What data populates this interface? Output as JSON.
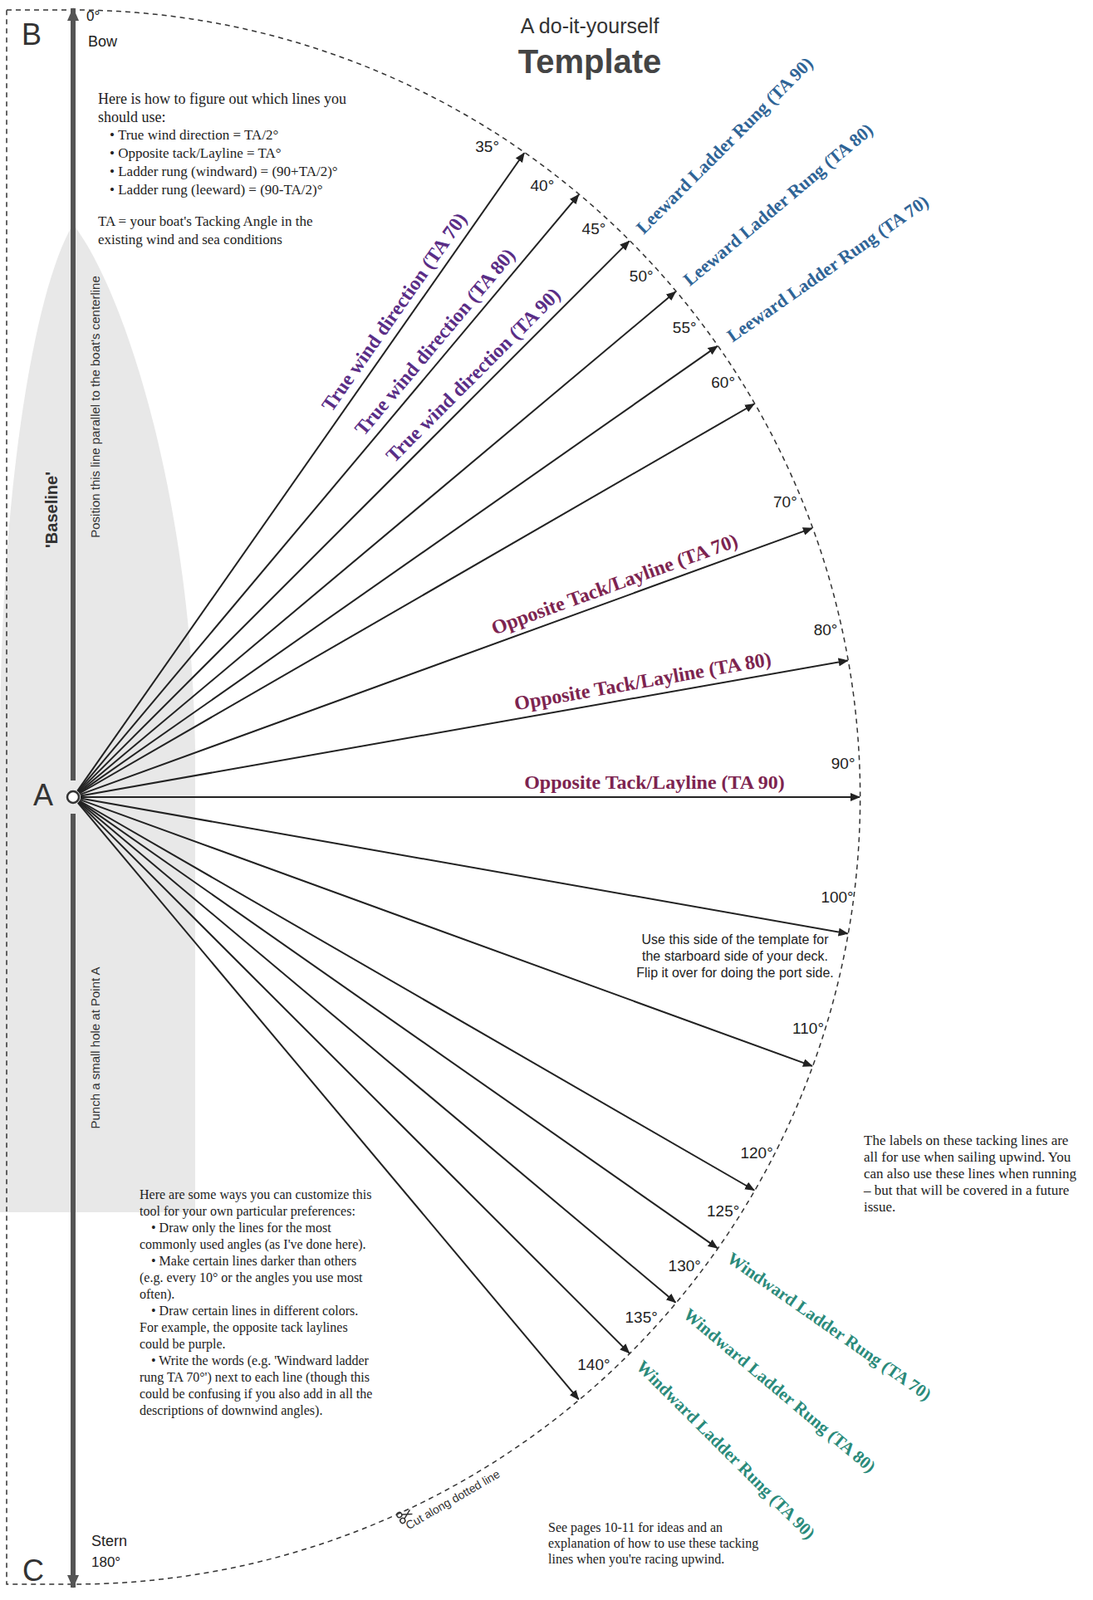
{
  "diagram": {
    "title": "Template",
    "labels": [
      "A do-it-yourself",
      "B",
      "0°",
      "Bow",
      "Here is how to figure out which lines you should use:",
      "• True wind direction = TA/2°",
      "• Opposite tack/Layline = TA°",
      "• Ladder rung (windward) = (90+TA/2)°",
      "• Ladder rung (leeward) = (90-TA/2)°",
      "TA = your boat's Tacking Angle in the existing wind and sea conditions",
      "'Baseline'",
      "Position this line parallel to the boat's centerline",
      "A",
      "Punch a small hole at Point A",
      "C",
      "Stern",
      "180°",
      "35°",
      "40°",
      "45°",
      "50°",
      "55°",
      "60°",
      "70°",
      "80°",
      "90°",
      "100°",
      "110°",
      "120°",
      "125°",
      "130°",
      "135°",
      "140°",
      "True wind direction (TA 70)",
      "True wind direction (TA 80)",
      "True wind direction (TA 90)",
      "Leeward Ladder Rung (TA 90)",
      "Leeward Ladder Rung (TA 80)",
      "Leeward Ladder Rung (TA 70)",
      "Opposite Tack/Layline (TA 70)",
      "Opposite Tack/Layline (TA 80)",
      "Opposite Tack/Layline (TA 90)",
      "Use this side of the template for the starboard side of your deck. Flip it over for doing the port side.",
      "The labels on these tacking lines are all for use when sailing upwind. You can also use these lines when running – but that will be covered in a future issue.",
      "Windward Ladder Rung (TA 70)",
      "Windward Ladder Rung (TA 80)",
      "Windward Ladder Rung (TA 90)",
      "Here are some ways you can customize this tool for your own particular preferences:",
      "• Draw only the lines for the most commonly used angles (as I've done here).",
      "• Make certain lines darker than others (e.g. every 10° or the angles you use most often).",
      "• Draw certain lines in different colors. For example, the opposite tack laylines could be purple.",
      "• Write the words (e.g. 'Windward ladder rung TA 70°') next to each line (though this could be confusing if you also add in all the descriptions of downwind angles).",
      "Cut along dotted line",
      "See pages 10-11 for ideas and an explanation of how to use these tacking lines when you're racing upwind."
    ]
  }
}
